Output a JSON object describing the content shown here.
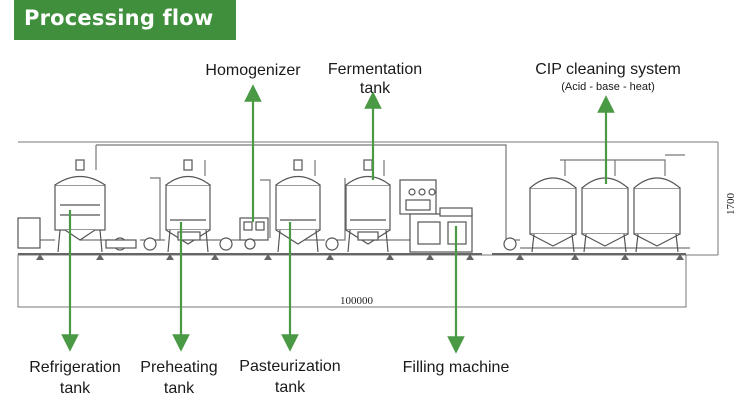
{
  "header": {
    "title": "Processing flow"
  },
  "labels": {
    "homogenizer": "Homogenizer",
    "fermentation": [
      "Fermentation",
      "tank"
    ],
    "cip": "CIP cleaning system",
    "cip_sub": "(Acid - base - heat)",
    "refrigeration": [
      "Refrigeration",
      "tank"
    ],
    "preheating": [
      "Preheating",
      "tank"
    ],
    "pasteurization": [
      "Pasteurization",
      "tank"
    ],
    "filling": "Filling machine"
  },
  "dimensions": {
    "length": "100000",
    "height": "1700"
  },
  "colors": {
    "header_bg": "#3f8f3c",
    "arrow": "#4a9a45",
    "line": "#666666"
  }
}
